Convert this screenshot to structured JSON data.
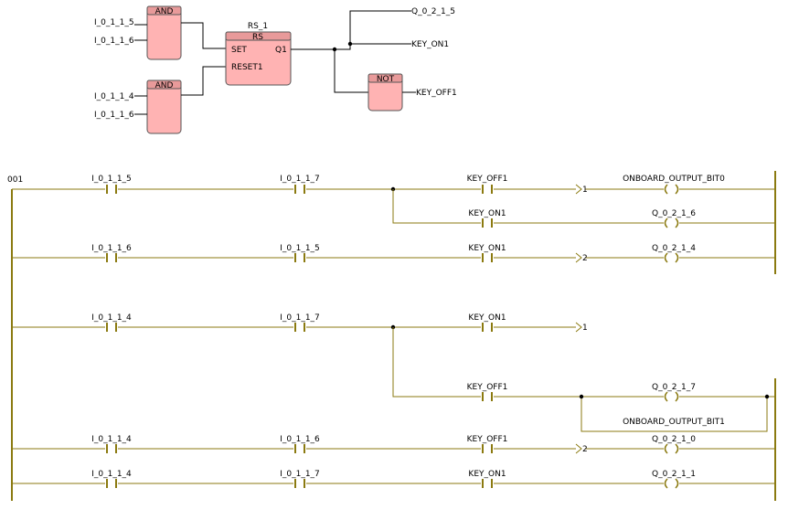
{
  "fbd": {
    "and1": {
      "title": "AND",
      "in1": "I_0_1_1_5",
      "in2": "I_0_1_1_6"
    },
    "and2": {
      "title": "AND",
      "in1": "I_0_1_1_4",
      "in2": "I_0_1_1_6"
    },
    "rs": {
      "name": "RS_1",
      "title": "RS",
      "set": "SET",
      "reset": "RESET1",
      "q": "Q1"
    },
    "not": {
      "title": "NOT"
    },
    "outputs": {
      "q": "Q_0_2_1_5",
      "key_on": "KEY_ON1",
      "key_off": "KEY_OFF1"
    }
  },
  "ladder": {
    "rung_number": "001",
    "r1": {
      "c1": "I_0_1_1_5",
      "c2": "I_0_1_1_7",
      "c3": "KEY_OFF1",
      "jump": "1",
      "coil": "ONBOARD_OUTPUT_BIT0"
    },
    "r1b": {
      "c3": "KEY_ON1",
      "coil": "Q_0_2_1_6"
    },
    "r2": {
      "c1": "I_0_1_1_6",
      "c2": "I_0_1_1_5",
      "c3": "KEY_ON1",
      "jump": "2",
      "coil": "Q_0_2_1_4"
    },
    "r3": {
      "c1": "I_0_1_1_4",
      "c2": "I_0_1_1_7",
      "c3": "KEY_ON1",
      "jump": "1"
    },
    "r3b": {
      "c3": "KEY_OFF1",
      "coil": "Q_0_2_1_7"
    },
    "r3c": {
      "coil": "ONBOARD_OUTPUT_BIT1"
    },
    "r4": {
      "c1": "I_0_1_1_4",
      "c2": "I_0_1_1_6",
      "c3": "KEY_OFF1",
      "jump": "2",
      "coil": "Q_0_2_1_0"
    },
    "r5": {
      "c1": "I_0_1_1_4",
      "c2": "I_0_1_1_7",
      "c3": "KEY_ON1",
      "coil": "Q_0_2_1_1"
    }
  }
}
